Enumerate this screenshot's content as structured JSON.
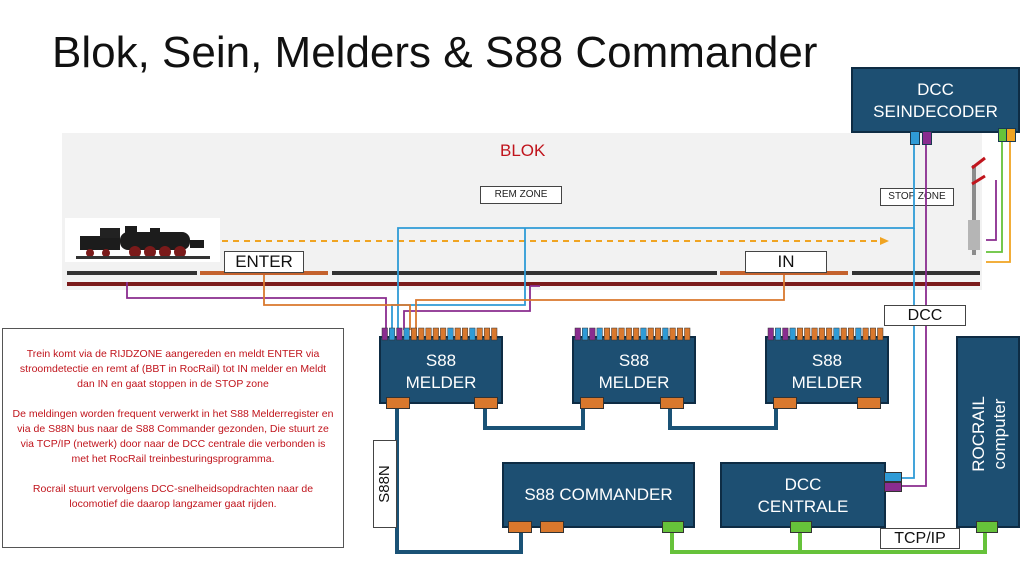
{
  "title": "Blok, Sein, Melders & S88 Commander",
  "block": {
    "label": "BLOK",
    "rem_zone": "REM ZONE",
    "stop_zone": "STOP ZONE",
    "enter_label": "ENTER",
    "in_label": "IN"
  },
  "dcc_seindecoder": {
    "line1": "DCC",
    "line2": "SEINDECODER"
  },
  "s88_melders": [
    {
      "line1": "S88",
      "line2": "MELDER"
    },
    {
      "line1": "S88",
      "line2": "MELDER"
    },
    {
      "line1": "S88",
      "line2": "MELDER"
    }
  ],
  "s88_commander": "S88 COMMANDER",
  "dcc_centrale": {
    "line1": "DCC",
    "line2": "CENTRALE"
  },
  "rocrail": {
    "line1": "ROCRAIL",
    "line2": "computer"
  },
  "labels": {
    "dcc": "DCC",
    "s88n": "S88N",
    "tcpip": "TCP/IP"
  },
  "info": {
    "p1": "Trein komt via de RIJDZONE aangereden en meldt ENTER via stroomdetectie en remt af (BBT in RocRail) tot IN melder en Meldt dan IN en gaat stoppen in de STOP zone",
    "p2": "De meldingen worden frequent verwerkt in het S88 Melderregister en via de S88N bus naar de S88 Commander gezonden, Die stuurt ze via TCP/IP (netwerk) door naar de DCC centrale die verbonden is met het RocRail treinbesturingsprogramma.",
    "p3": "Rocrail stuurt vervolgens DCC-snelheidsopdrachten naar de locomotief die daarop langzamer gaat rijden."
  },
  "colors": {
    "box_fill": "#1d4f72",
    "wire_blue": "#2f9bd6",
    "wire_purple": "#8a2c8f",
    "wire_orange": "#d9782d",
    "wire_green": "#66c23a",
    "bus_dark": "#1a5276",
    "accent_red": "#c0141c"
  }
}
